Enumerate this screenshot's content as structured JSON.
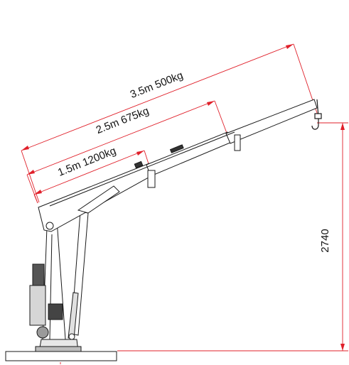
{
  "colors": {
    "dimension_line": "#e0202a",
    "outline": "#1a1a1a",
    "background": "#ffffff"
  },
  "reach_labels": [
    {
      "text": "3.5m 500kg"
    },
    {
      "text": "2.5m 675kg"
    },
    {
      "text": "1.5m 1200kg"
    }
  ],
  "height_label": "2740",
  "icons": [
    "lifting-hook-icon",
    "crane-base-icon"
  ]
}
